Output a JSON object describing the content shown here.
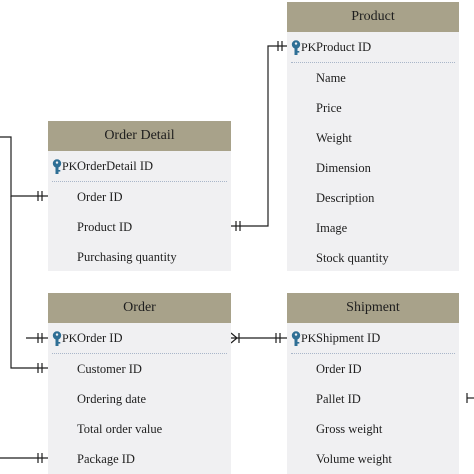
{
  "entities": {
    "product": {
      "title": "Product",
      "pk_tag": "PK",
      "pk": "Product ID",
      "attributes": [
        "Name",
        "Price",
        "Weight",
        "Dimension",
        "Description",
        "Image",
        "Stock quantity"
      ]
    },
    "order_detail": {
      "title": "Order Detail",
      "pk_tag": "PK",
      "pk": "OrderDetail ID",
      "attributes": [
        "Order ID",
        "Product ID",
        "Purchasing quantity"
      ]
    },
    "order": {
      "title": "Order",
      "pk_tag": "PK",
      "pk": "Order ID",
      "attributes": [
        "Customer ID",
        "Ordering date",
        "Total order value",
        "Package ID"
      ]
    },
    "shipment": {
      "title": "Shipment",
      "pk_tag": "PK",
      "pk": "Shipment ID",
      "attributes": [
        "Order ID",
        "Pallet ID",
        "Gross weight",
        "Volume weight"
      ]
    }
  },
  "colors": {
    "header": "#a8a28a",
    "body": "#f0f0f2",
    "line": "#1e1e1e",
    "key": "#2f6f95"
  }
}
